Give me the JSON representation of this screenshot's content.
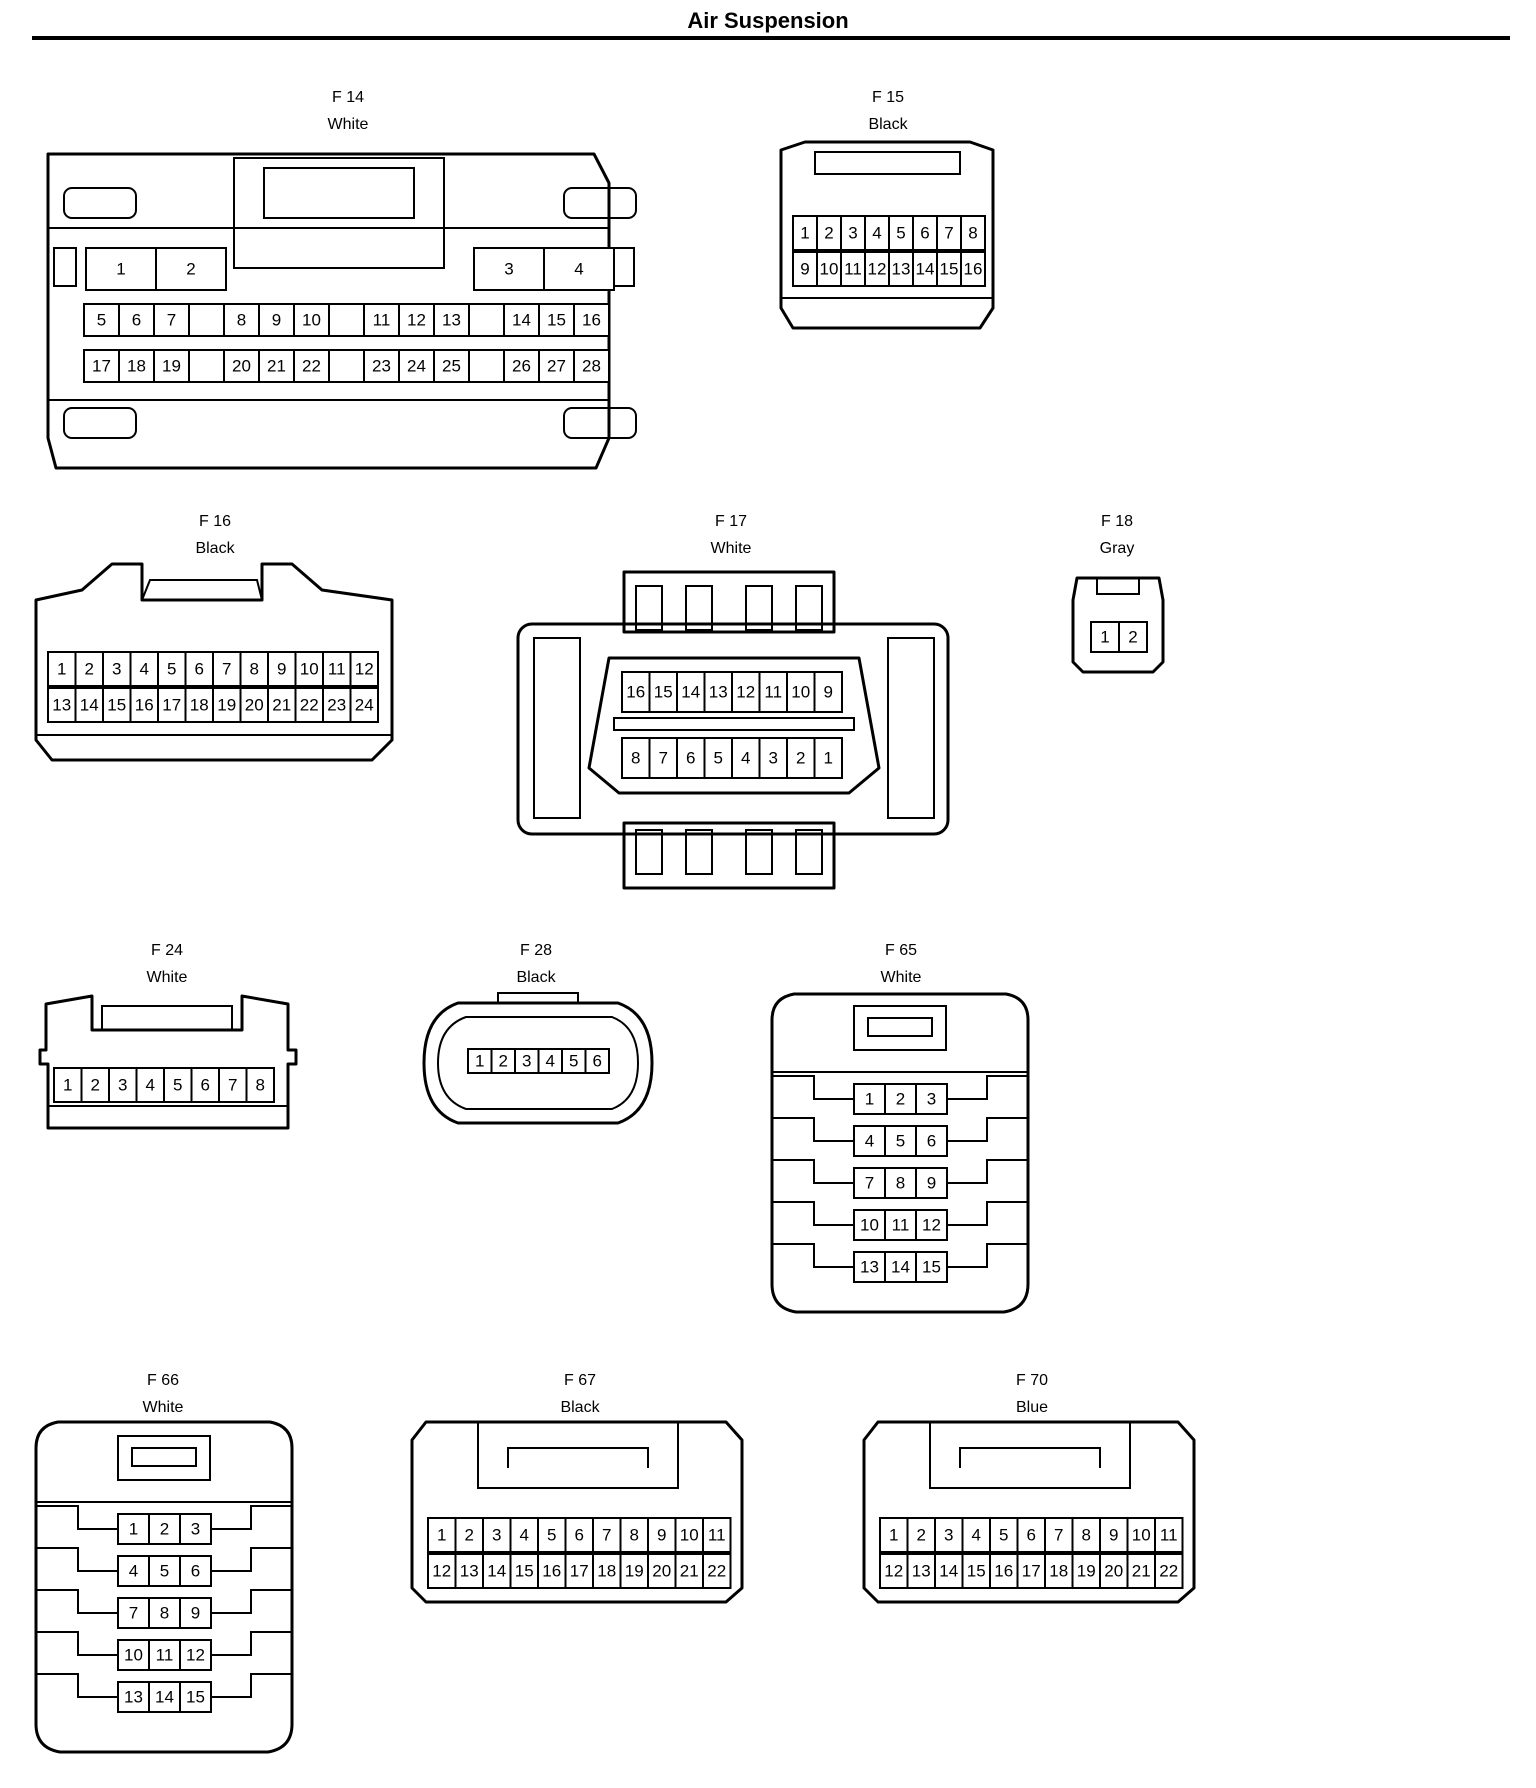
{
  "page": {
    "title": "Air Suspension"
  },
  "connectors": [
    {
      "id": "F 14",
      "color": "White"
    },
    {
      "id": "F 15",
      "color": "Black"
    },
    {
      "id": "F 16",
      "color": "Black"
    },
    {
      "id": "F 17",
      "color": "White"
    },
    {
      "id": "F 18",
      "color": "Gray"
    },
    {
      "id": "F 24",
      "color": "White"
    },
    {
      "id": "F 28",
      "color": "Black"
    },
    {
      "id": "F 65",
      "color": "White"
    },
    {
      "id": "F 66",
      "color": "White"
    },
    {
      "id": "F 67",
      "color": "Black"
    },
    {
      "id": "F 70",
      "color": "Blue"
    }
  ],
  "pins": {
    "f14_row1": [
      "1",
      "2",
      "",
      "3",
      "4"
    ],
    "f14_row2": [
      "5",
      "6",
      "7",
      "",
      "8",
      "9",
      "10",
      "",
      "11",
      "12",
      "13",
      "",
      "14",
      "15",
      "16"
    ],
    "f14_row3": [
      "17",
      "18",
      "19",
      "",
      "20",
      "21",
      "22",
      "",
      "23",
      "24",
      "25",
      "",
      "26",
      "27",
      "28"
    ],
    "f15_row1": [
      "1",
      "2",
      "3",
      "4",
      "5",
      "6",
      "7",
      "8"
    ],
    "f15_row2": [
      "9",
      "10",
      "11",
      "12",
      "13",
      "14",
      "15",
      "16"
    ],
    "f16_row1": [
      "1",
      "2",
      "3",
      "4",
      "5",
      "6",
      "7",
      "8",
      "9",
      "10",
      "11",
      "12"
    ],
    "f16_row2": [
      "13",
      "14",
      "15",
      "16",
      "17",
      "18",
      "19",
      "20",
      "21",
      "22",
      "23",
      "24"
    ],
    "f17_row1": [
      "16",
      "15",
      "14",
      "13",
      "12",
      "11",
      "10",
      "9"
    ],
    "f17_row2": [
      "8",
      "7",
      "6",
      "5",
      "4",
      "3",
      "2",
      "1"
    ],
    "f18_row1": [
      "1",
      "2"
    ],
    "f24_row1": [
      "1",
      "2",
      "3",
      "4",
      "5",
      "6",
      "7",
      "8"
    ],
    "f28_row1": [
      "1",
      "2",
      "3",
      "4",
      "5",
      "6"
    ],
    "f65_rows": [
      [
        "1",
        "2",
        "3"
      ],
      [
        "4",
        "5",
        "6"
      ],
      [
        "7",
        "8",
        "9"
      ],
      [
        "10",
        "11",
        "12"
      ],
      [
        "13",
        "14",
        "15"
      ]
    ],
    "f66_rows": [
      [
        "1",
        "2",
        "3"
      ],
      [
        "4",
        "5",
        "6"
      ],
      [
        "7",
        "8",
        "9"
      ],
      [
        "10",
        "11",
        "12"
      ],
      [
        "13",
        "14",
        "15"
      ]
    ],
    "f67_row1": [
      "1",
      "2",
      "3",
      "4",
      "5",
      "6",
      "7",
      "8",
      "9",
      "10",
      "11"
    ],
    "f67_row2": [
      "12",
      "13",
      "14",
      "15",
      "16",
      "17",
      "18",
      "19",
      "20",
      "21",
      "22"
    ],
    "f70_row1": [
      "1",
      "2",
      "3",
      "4",
      "5",
      "6",
      "7",
      "8",
      "9",
      "10",
      "11"
    ],
    "f70_row2": [
      "12",
      "13",
      "14",
      "15",
      "16",
      "17",
      "18",
      "19",
      "20",
      "21",
      "22"
    ]
  }
}
